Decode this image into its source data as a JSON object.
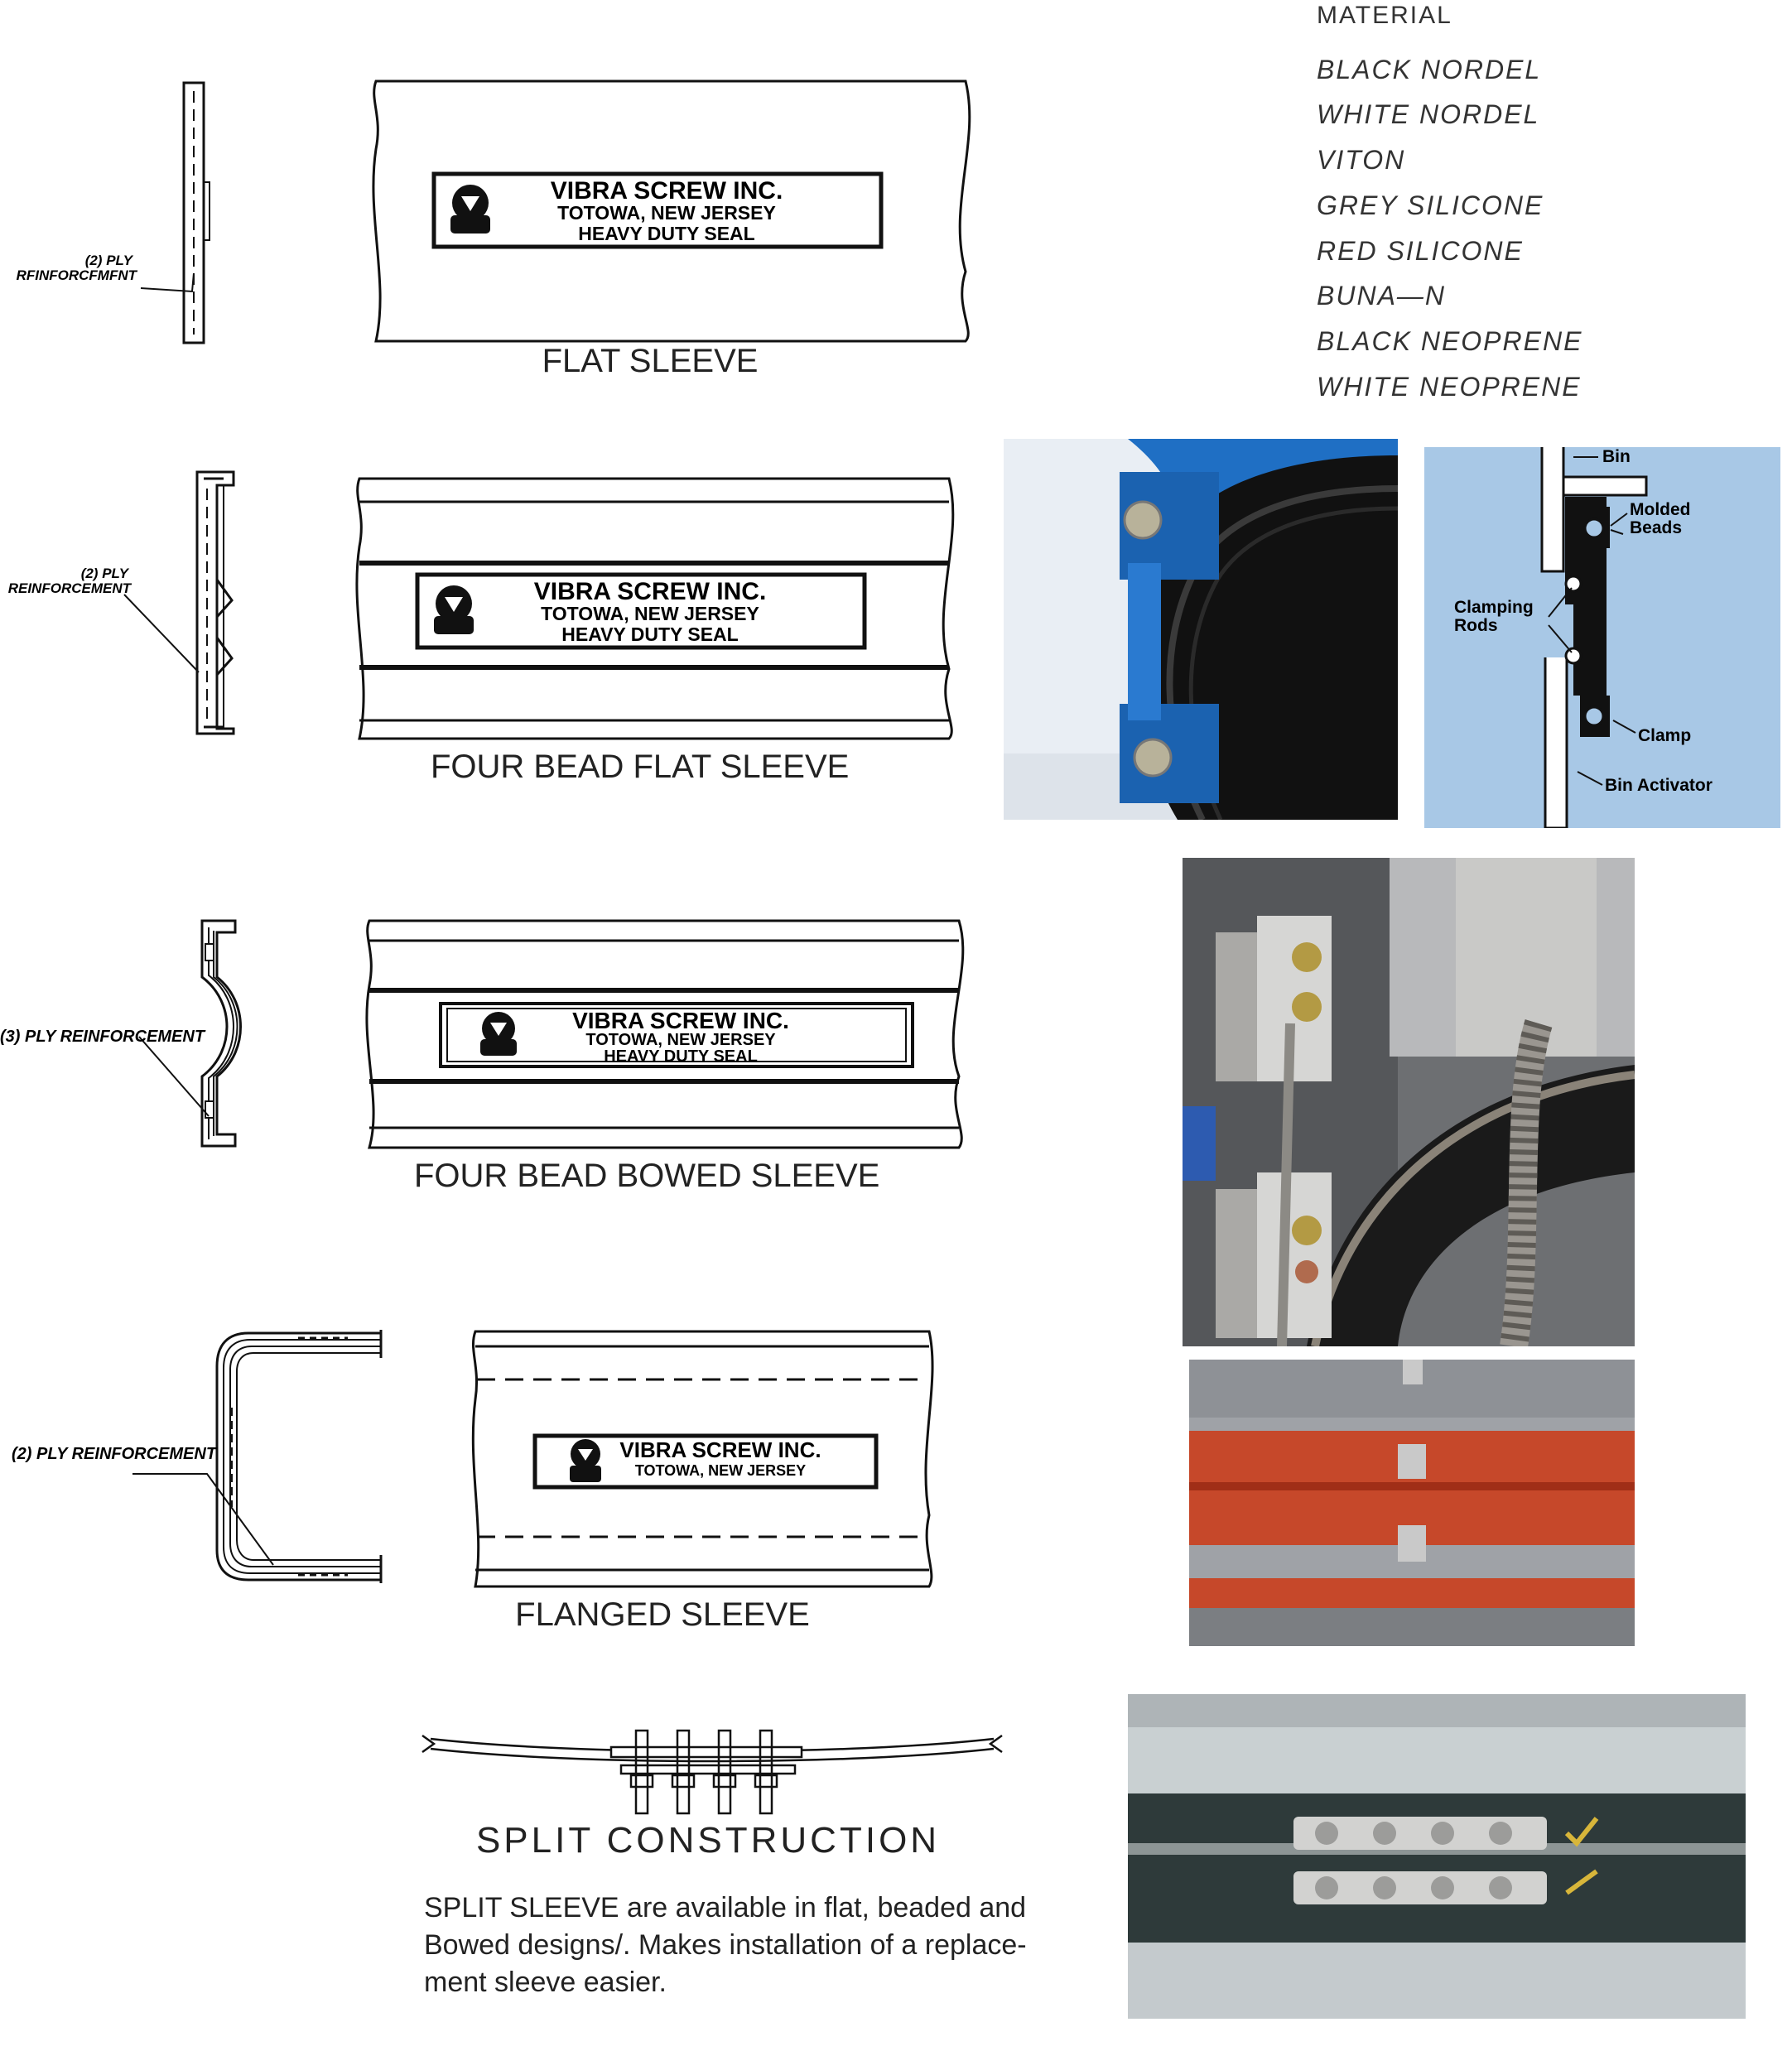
{
  "material": {
    "title": "MATERIAL",
    "items": [
      "BLACK  NORDEL",
      "WHITE  NORDEL",
      "VITON",
      "GREY  SILICONE",
      "RED  SILICONE",
      "BUNA—N",
      "BLACK  NEOPRENE",
      "WHITE  NEOPRENE"
    ]
  },
  "label": {
    "line1": "VIBRA  SCREW  INC.",
    "line2": "TOTOWA,  NEW  JERSEY",
    "line3": "HEAVY  DUTY  SEAL"
  },
  "flat": {
    "caption": "FLAT SLEEVE",
    "callout_1": "(2) PLY",
    "callout_2": "RFINFORCFMFNT"
  },
  "four_bead_flat": {
    "caption": "FOUR BEAD FLAT SLEEVE",
    "callout_1": "(2) PLY",
    "callout_2": "REINFORCEMENT"
  },
  "four_bead_bowed": {
    "caption": "FOUR BEAD BOWED SLEEVE",
    "callout": "(3)  PLY  REINFORCEMENT"
  },
  "flanged": {
    "caption": "FLANGED SLEEVE",
    "callout": "(2)  PLY  REINFORCEMENT"
  },
  "split": {
    "title": "SPLIT  CONSTRUCTION",
    "note": "SPLIT SLEEVE are available in flat, beaded and Bowed designs/. Makes installation of a replace-ment sleeve easier."
  },
  "schematic": {
    "bin": "Bin",
    "molded_beads_1": "Molded",
    "molded_beads_2": "Beads",
    "clamping_1": "Clamping",
    "clamping_2": "Rods",
    "clamp": "Clamp",
    "bin_activator": "Bin Activator"
  },
  "colors": {
    "schematic_bg": "#a8c8e6",
    "blue_steel": "#1f6fc4",
    "rubber": "#111111",
    "red_sleeve": "#c6482a",
    "grey_metal": "#8e9196"
  }
}
